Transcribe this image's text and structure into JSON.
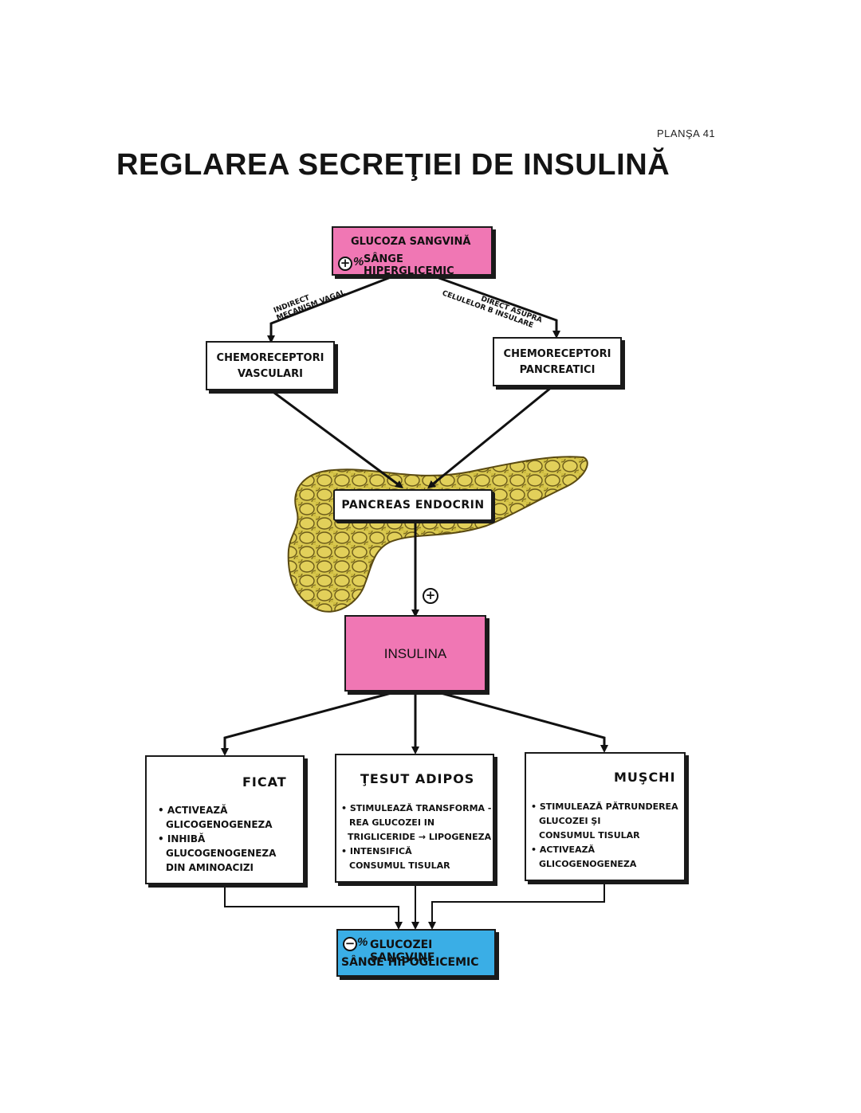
{
  "plate_label": "PLANŞA 41",
  "title": "REGLAREA SECREŢIEI DE INSULINĂ",
  "glucose_box": {
    "line1": "GLUCOZA SANGVINĂ",
    "line2": "SÂNGE HIPERGLICEMIC",
    "sign": "+",
    "percent": "%"
  },
  "path_indirect": {
    "line1": "INDIRECT",
    "line2": "MECANISM VAGAL"
  },
  "path_direct": {
    "line1": "DIRECT ASUPRA",
    "line2": "CELULELOR B INSULARE"
  },
  "chemo_vascular": {
    "line1": "CHEMORECEPTORI",
    "line2": "VASCULARI"
  },
  "chemo_pancreatic": {
    "line1": "CHEMORECEPTORI",
    "line2": "PANCREATICI"
  },
  "pancreas_label": "PANCREAS ENDOCRIN",
  "stimulation_sign": "+",
  "insulin_label": "INSULINA",
  "targets": {
    "ficat": {
      "title": "FICAT",
      "lines": [
        "• ACTIVEAZĂ",
        "GLICOGENOGENEZA",
        "• INHIBĂ",
        "GLUCOGENOGENEZA",
        "DIN AMINOACIZI"
      ]
    },
    "adipos": {
      "title": "ŢESUT ADIPOS",
      "lines": [
        "• STIMULEAZĂ TRANSFORMA -",
        "REA GLUCOZEI IN",
        "TRIGLICERIDE → LIPOGENEZA",
        "• INTENSIFICĂ",
        "CONSUMUL TISULAR"
      ]
    },
    "muschi": {
      "title": "MUŞCHI",
      "lines": [
        "• STIMULEAZĂ PĂTRUNDEREA",
        "GLUCOZEI ŞI",
        "CONSUMUL TISULAR",
        "• ACTIVEAZĂ",
        "GLICOGENOGENEZA"
      ]
    }
  },
  "result_box": {
    "line1": "GLUCOZEI SANGVINE",
    "line2": "SÂNGE HIPOGLICEMIC",
    "sign": "−",
    "percent": "%"
  },
  "colors": {
    "pink": "#f077b4",
    "blue": "#3aaee6",
    "pancreas": "#d4c24a",
    "liver": "#6b5a3a",
    "muscle": "#b22a2a"
  }
}
